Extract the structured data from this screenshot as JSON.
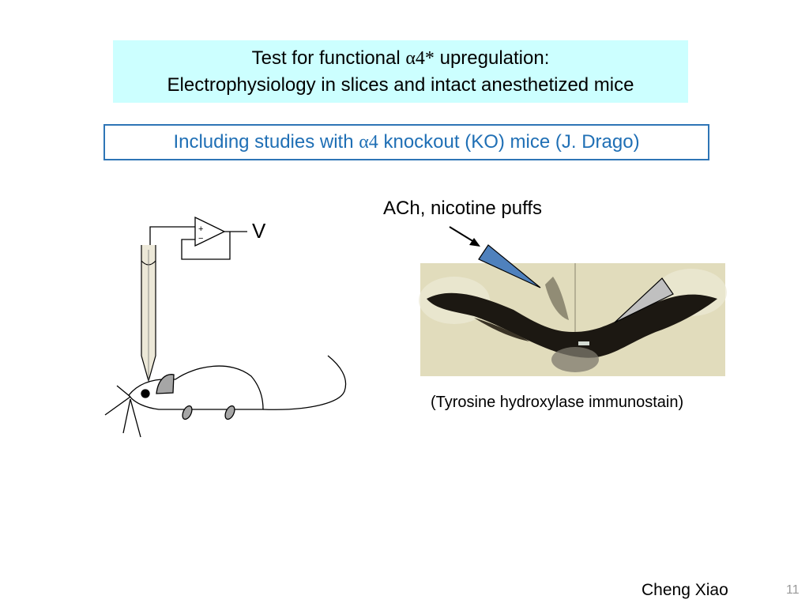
{
  "title": {
    "line1_prefix": "Test for functional ",
    "line1_greek": "α4*",
    "line1_suffix": " upregulation:",
    "line2": "Electrophysiology in slices and intact anesthetized mice"
  },
  "subtitle": {
    "prefix": "Including studies with ",
    "greek": "α4",
    "suffix": " knockout (KO) mice (J. Drago)"
  },
  "diagram": {
    "amplifier_plus": "+",
    "amplifier_minus": "−",
    "voltage_label": "V",
    "puff_label": "ACh, nicotine puffs",
    "caption": "(Tyrosine hydroxylase immunostain)"
  },
  "colors": {
    "title_bg": "#ccffff",
    "subtitle_text": "#1f6fb5",
    "subtitle_border": "#2e75b6",
    "puff_pipette": "#4f81bd",
    "record_pipette": "#c0c0c0"
  },
  "footer": {
    "author": "Cheng Xiao",
    "page": "11"
  }
}
